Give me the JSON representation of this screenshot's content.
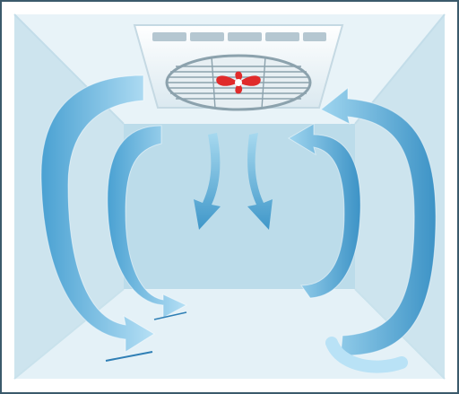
{
  "diagram": {
    "type": "room-airflow-illustration",
    "fan": {
      "blade_color": "#e02b2b",
      "hub_color": "#ffffff",
      "housing_color": "#f4f9fb"
    },
    "arrows": [
      {
        "name": "outer-left-arrow",
        "direction": "down-right",
        "style": "wide"
      },
      {
        "name": "inner-left-arrow",
        "direction": "down-right",
        "style": "narrow"
      },
      {
        "name": "center-left-arrow",
        "direction": "down"
      },
      {
        "name": "center-right-arrow",
        "direction": "down"
      },
      {
        "name": "inner-right-arrow",
        "direction": "up-left",
        "style": "narrow"
      },
      {
        "name": "outer-right-arrow",
        "direction": "up-left",
        "style": "wide"
      }
    ]
  },
  "colors": {
    "frame": "#3b5a6b",
    "wall_outer": "#d7ebf3",
    "wall_side": "#cde4ee",
    "back_wall": "#bcdcea",
    "ceiling": "#e8f3f8",
    "floor": "#e4f1f7",
    "arrow_light": "#c2e6f8",
    "arrow_mid": "#7cc3e4",
    "arrow_dark": "#3f97c9"
  }
}
